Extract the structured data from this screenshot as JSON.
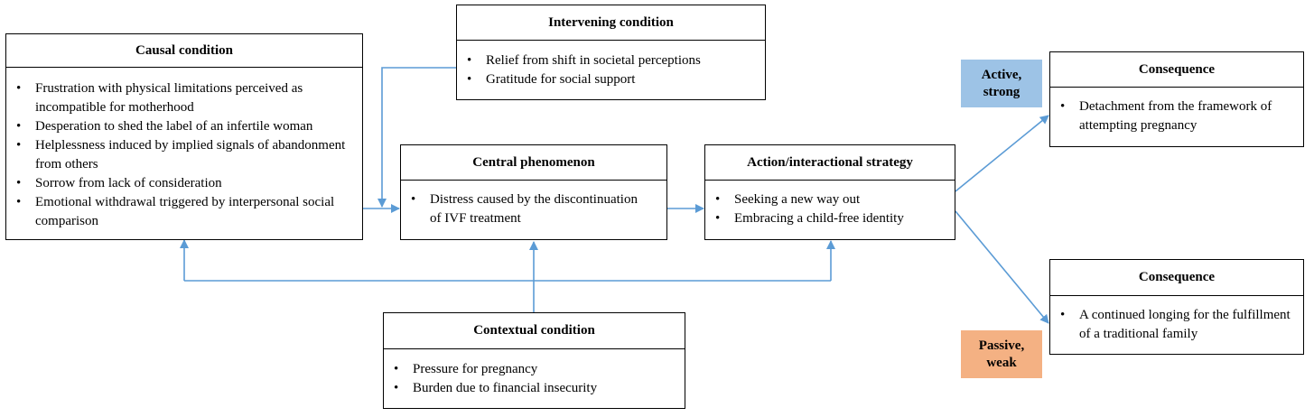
{
  "causal": {
    "title": "Causal condition",
    "items": [
      "Frustration with physical limitations perceived as incompatible for motherhood",
      "Desperation to shed the label of an infertile woman",
      "Helplessness induced by implied signals of abandonment from others",
      "Sorrow from lack of consideration",
      "Emotional withdrawal triggered by interpersonal social comparison"
    ]
  },
  "intervening": {
    "title": "Intervening condition",
    "items": [
      "Relief from shift in societal perceptions",
      "Gratitude for social support"
    ]
  },
  "central": {
    "title": "Central phenomenon",
    "items": [
      "Distress caused by the discontinuation of IVF treatment"
    ]
  },
  "strategy": {
    "title": "Action/interactional strategy",
    "items": [
      "Seeking a new way out",
      "Embracing a child-free identity"
    ]
  },
  "contextual": {
    "title": "Contextual condition",
    "items": [
      "Pressure for pregnancy",
      "Burden due to financial insecurity"
    ]
  },
  "consequence_active": {
    "title": "Consequence",
    "items": [
      "Detachment from the framework of attempting pregnancy"
    ]
  },
  "consequence_passive": {
    "title": "Consequence",
    "items": [
      "A continued longing for the fulfillment of a traditional family"
    ]
  },
  "tags": {
    "active": "Active, strong",
    "passive": "Passive, weak"
  },
  "colors": {
    "arrow": "#5b9bd5",
    "active_tag": "#9dc3e6",
    "passive_tag": "#f4b183"
  }
}
